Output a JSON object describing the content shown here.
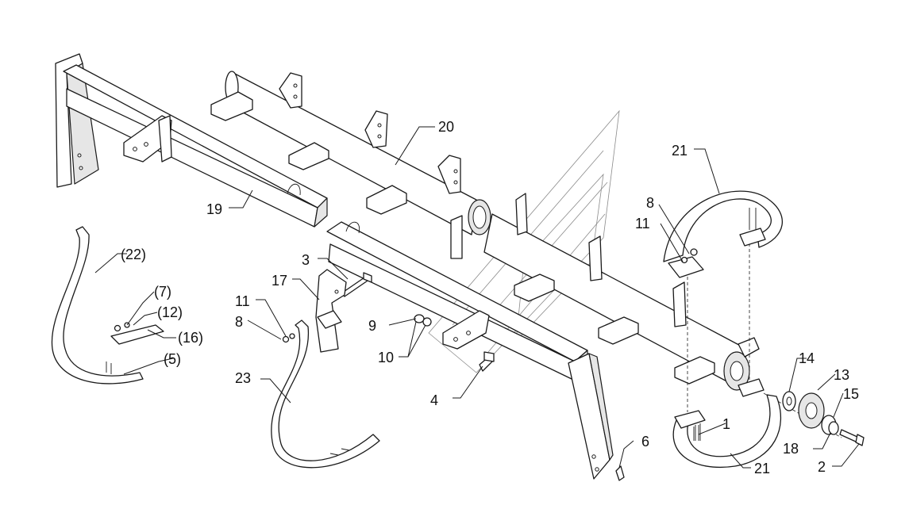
{
  "callouts": {
    "c1": "1",
    "c2": "2",
    "c3": "3",
    "c4": "4",
    "c5": "(5)",
    "c6": "6",
    "c7": "(7)",
    "c8a": "8",
    "c8b": "8",
    "c9": "9",
    "c10": "10",
    "c11a": "11",
    "c11b": "11",
    "c12": "(12)",
    "c13": "13",
    "c14": "14",
    "c15": "15",
    "c16": "(16)",
    "c17": "17",
    "c18": "18",
    "c19": "19",
    "c20": "20",
    "c21a": "21",
    "c21b": "21",
    "c22": "(22)",
    "c23": "23"
  }
}
